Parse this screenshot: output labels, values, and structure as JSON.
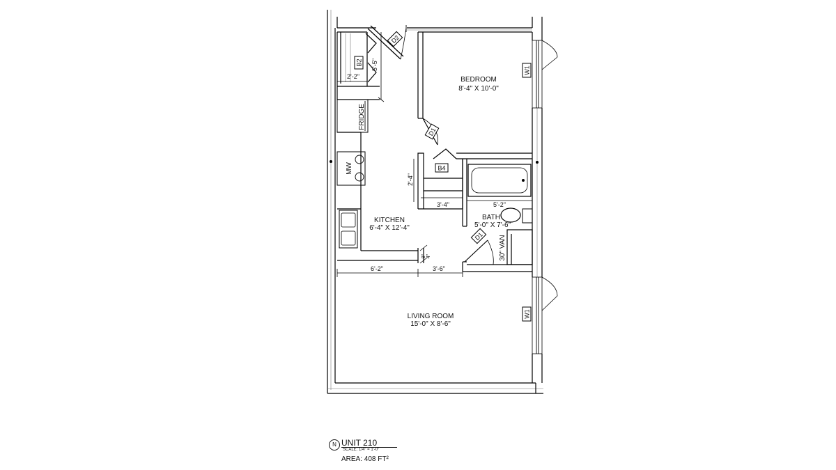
{
  "rooms": {
    "bedroom": {
      "name": "BEDROOM",
      "size": "8'-4\" X 10'-0\""
    },
    "kitchen": {
      "name": "KITCHEN",
      "size": "6'-4\" X 12'-4\""
    },
    "bath": {
      "name": "BATH",
      "size": "5'-0\" X 7'-6\""
    },
    "living": {
      "name": "LIVING ROOM",
      "size": "15'-0\" X 8'-6\""
    }
  },
  "fixtures": {
    "fridge": "FRIDGE",
    "microwave": "MW",
    "vanity": "30\" VAN"
  },
  "tags": {
    "d2": "D2",
    "b2": "B2",
    "d1_bedroom": "D1",
    "b4": "B4",
    "d1_bath": "D1",
    "w1_bedroom": "W1",
    "w1_living": "W1"
  },
  "dimensions": {
    "closet_width": "2'-2\"",
    "closet_depth": "5'-5\"",
    "linen_depth": "2'-4\"",
    "linen_width": "3'-4\"",
    "tub_length": "5'-2\"",
    "counter_width": "6'-2\"",
    "hall_width": "3'-6\"",
    "wall_thickness": "8\"",
    "wall_thickness_b": "4\""
  },
  "title_block": {
    "north": "N",
    "unit": "UNIT 210",
    "scale": "SCALE: 1/4\" = 1'-0\"",
    "area": "AREA: 408 FT²"
  }
}
